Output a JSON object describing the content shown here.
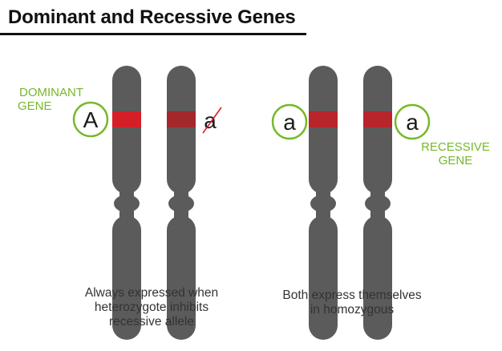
{
  "title": "Dominant and Recessive Genes",
  "labels": {
    "dominant": [
      "DOMINANT",
      "GENE"
    ],
    "recessive": [
      "RECESSIVE",
      "GENE"
    ]
  },
  "alleles": {
    "left_circle": "A",
    "left_struck": "a",
    "right_left_circle": "a",
    "right_right_circle": "a"
  },
  "captions": {
    "left": [
      "Always expressed when",
      "heterozygote inhibits",
      "recessive allele"
    ],
    "right": [
      "Both express themselves",
      "in homozygous"
    ]
  },
  "colors": {
    "chromosome": "#5b5b5b",
    "gene_band_active": "#d51f27",
    "gene_band_dim": "#a3282b",
    "gene_band_right": "#b8252a",
    "accent_green": "#76b82a",
    "strike_red": "#d51f27"
  }
}
